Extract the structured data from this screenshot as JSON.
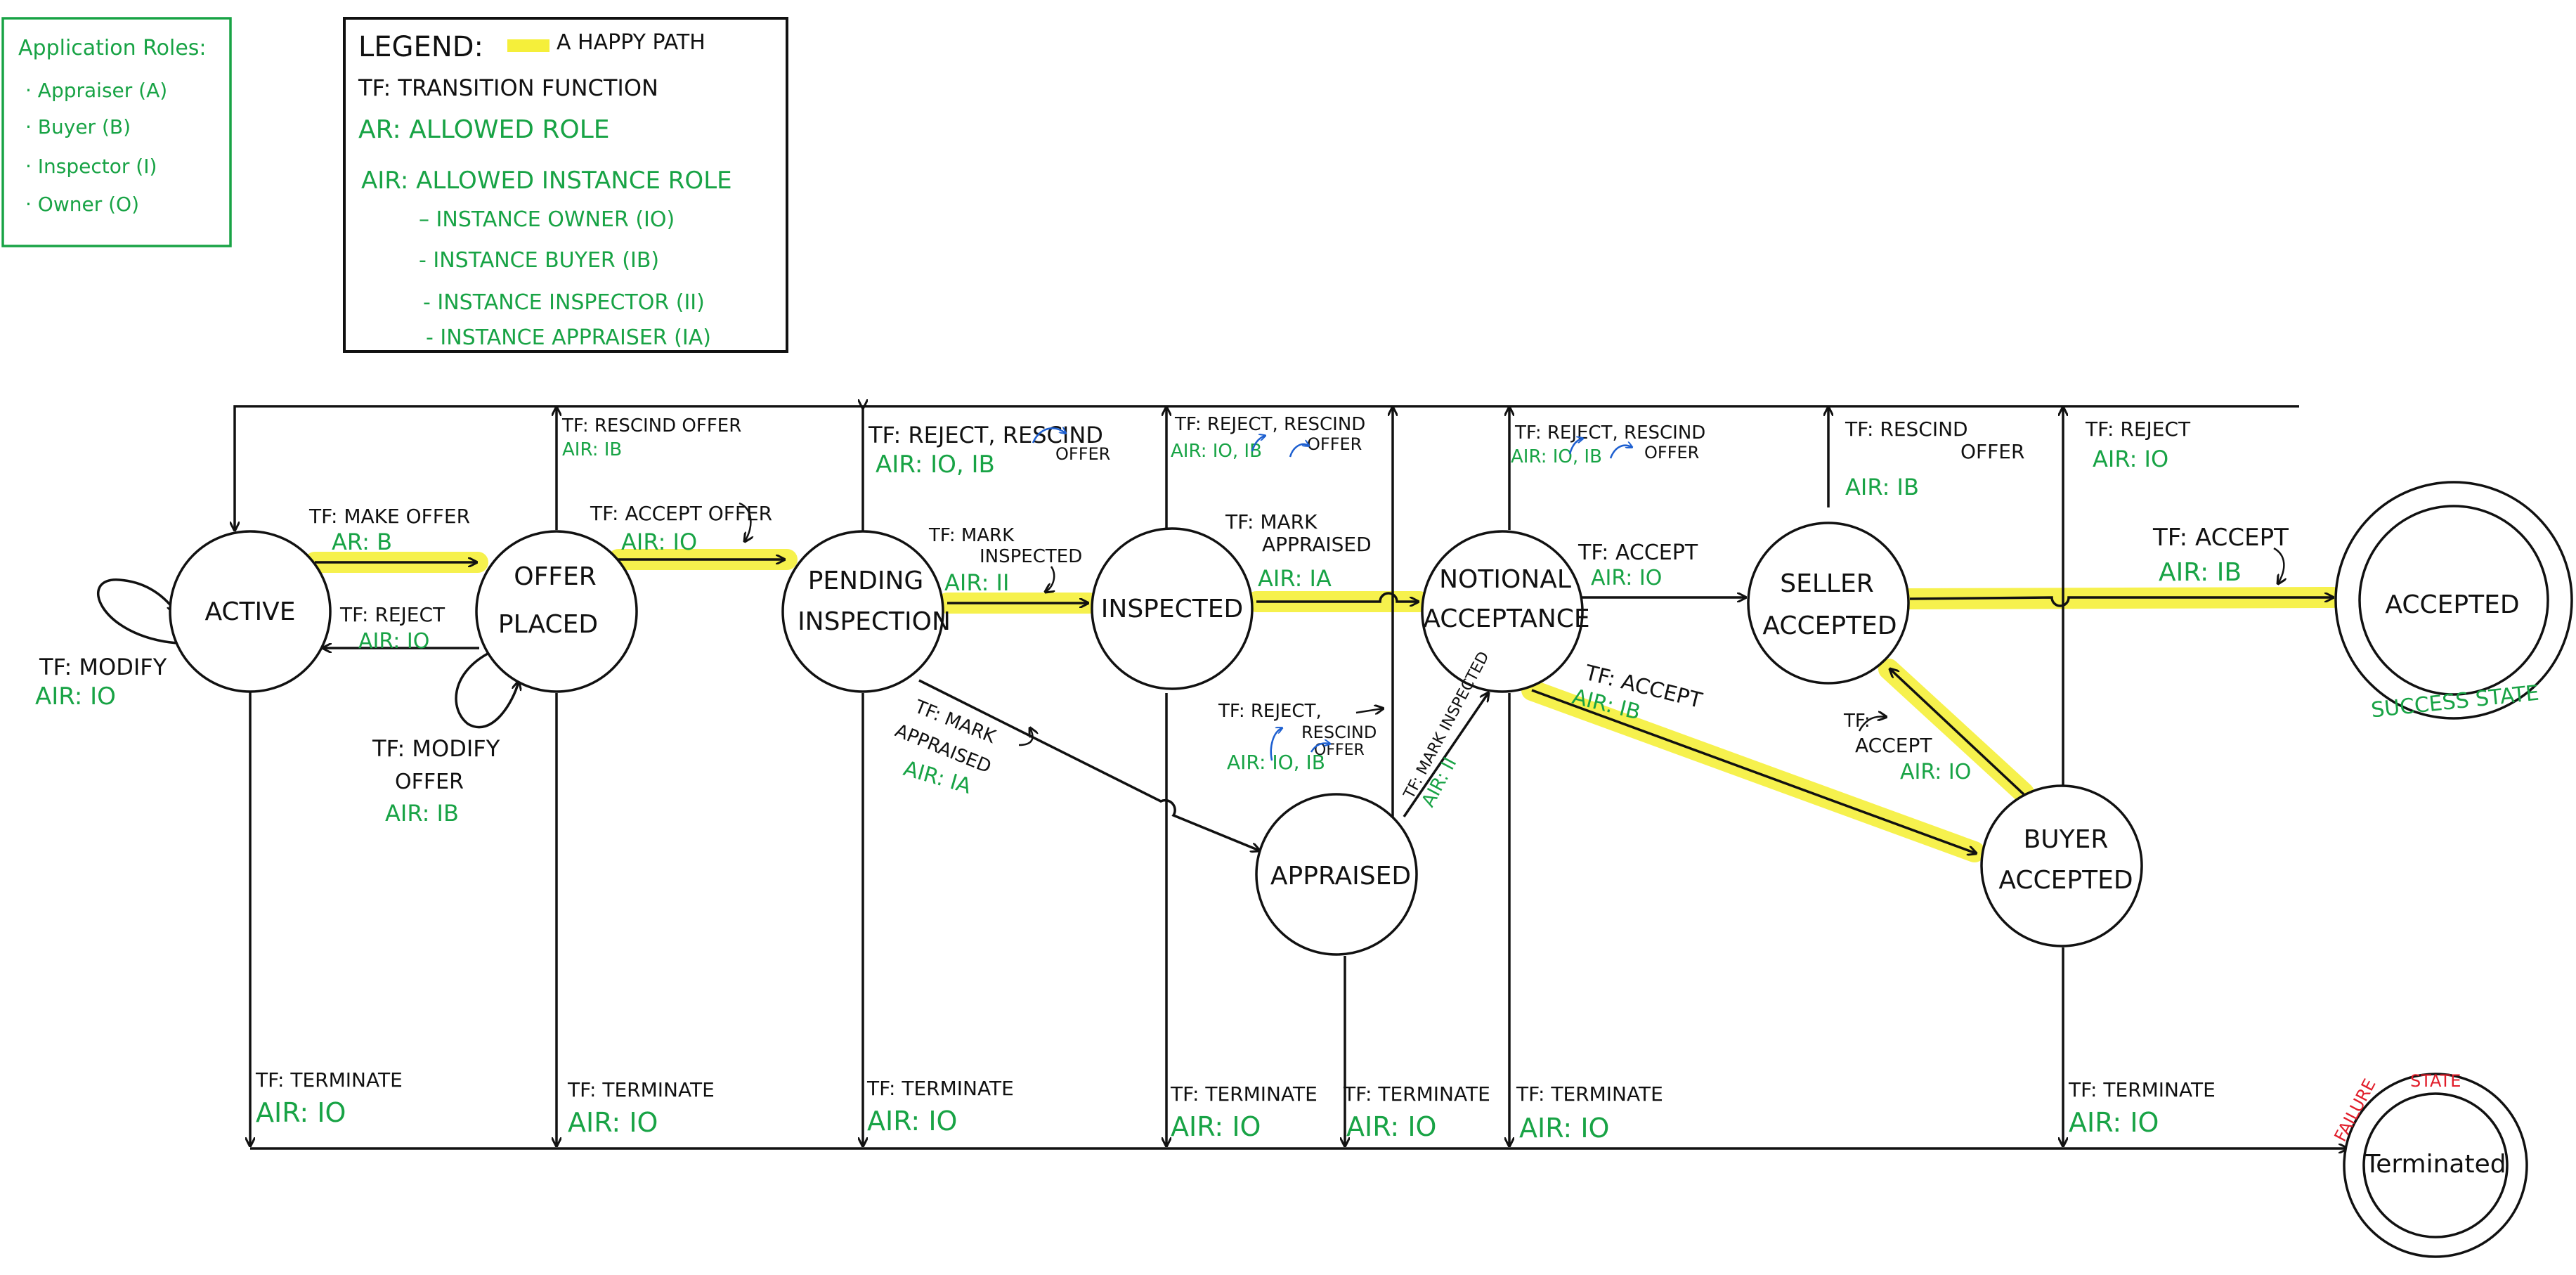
{
  "roles_box": {
    "title": "Application Roles:",
    "items": [
      "· Appraiser (A)",
      "· Buyer (B)",
      "· Inspector (I)",
      "· Owner (O)"
    ]
  },
  "legend": {
    "title": "LEGEND:",
    "happy_path": "A HAPPY PATH",
    "tf": "TF: TRANSITION FUNCTION",
    "ar": "AR: ALLOWED ROLE",
    "air": "AIR: ALLOWED INSTANCE ROLE",
    "instance_roles": [
      "– INSTANCE OWNER (IO)",
      "- INSTANCE BUYER (IB)",
      "- INSTANCE INSPECTOR (II)",
      "- INSTANCE APPRAISER (IA)"
    ]
  },
  "states": {
    "active": [
      "ACTIVE"
    ],
    "offer_placed": [
      "OFFER",
      "PLACED"
    ],
    "pending_inspection": [
      "PENDING",
      "INSPECTION"
    ],
    "inspected": [
      "INSPECTED"
    ],
    "appraised": [
      "APPRAISED"
    ],
    "notional_acceptance": [
      "NOTIONAL",
      "ACCEPTANCE"
    ],
    "seller_accepted": [
      "SELLER",
      "ACCEPTED"
    ],
    "buyer_accepted": [
      "BUYER",
      "ACCEPTED"
    ],
    "accepted": [
      "ACCEPTED"
    ],
    "terminated": [
      "Terminated"
    ]
  },
  "state_tags": {
    "success": "SUCCESS STATE",
    "failure_1": "FAILURE",
    "failure_2": "STATE"
  },
  "transitions": {
    "active_modify": {
      "tf": "TF: MODIFY",
      "role": "AIR: IO"
    },
    "make_offer": {
      "tf": "TF: MAKE OFFER",
      "role": "AR: B"
    },
    "reject_to_active": {
      "tf": "TF: REJECT",
      "role": "AIR: IO"
    },
    "modify_offer": {
      "tf_1": "TF: MODIFY",
      "tf_2": "OFFER",
      "role": "AIR: IB"
    },
    "rescind_offer_top": {
      "tf": "TF: RESCIND OFFER",
      "role": "AIR: IB"
    },
    "accept_offer": {
      "tf": "TF: ACCEPT OFFER",
      "role": "AIR: IO"
    },
    "pending_reject_rescind": {
      "tf_1": "TF: REJECT, RESCIND",
      "tf_2": "OFFER",
      "role": "AIR: IO, IB"
    },
    "mark_inspected": {
      "tf_1": "TF: MARK",
      "tf_2": "INSPECTED",
      "role": "AIR: II"
    },
    "mark_appraised_diag": {
      "tf_1": "TF: MARK",
      "tf_2": "APPRAISED",
      "role": "AIR: IA"
    },
    "inspected_reject_rescind": {
      "tf_1": "TF: REJECT, RESCIND",
      "tf_2": "OFFER",
      "role": "AIR: IO, IB"
    },
    "mark_appraised": {
      "tf_1": "TF: MARK",
      "tf_2": "APPRAISED",
      "role": "AIR: IA"
    },
    "appraised_reject_rescind": {
      "tf_1": "TF: REJECT,",
      "tf_2": "RESCIND",
      "tf_3": "OFFER",
      "role": "AIR: IO, IB"
    },
    "appraised_mark_inspected": {
      "tf": "TF: MARK INSPECTED",
      "role": "AIR: II"
    },
    "notional_reject_rescind": {
      "tf_1": "TF: REJECT, RESCIND",
      "tf_2": "OFFER",
      "role": "AIR: IO, IB"
    },
    "notional_accept_seller": {
      "tf": "TF: ACCEPT",
      "role": "AIR: IO"
    },
    "notional_accept_buyer": {
      "tf": "TF: ACCEPT",
      "role": "AIR: IB"
    },
    "seller_rescind": {
      "tf_1": "TF: RESCIND",
      "tf_2": "OFFER",
      "role": "AIR: IB"
    },
    "buyer_to_seller_accept": {
      "tf_1": "TF:",
      "tf_2": "ACCEPT",
      "role": "AIR: IO"
    },
    "top_reject": {
      "tf": "TF: REJECT",
      "role": "AIR: IO"
    },
    "final_accept": {
      "tf": "TF: ACCEPT",
      "role": "AIR: IB"
    },
    "terminate_1": {
      "tf": "TF: TERMINATE",
      "role": "AIR: IO"
    },
    "terminate_2": {
      "tf": "TF: TERMINATE",
      "role": "AIR: IO"
    },
    "terminate_3": {
      "tf": "TF: TERMINATE",
      "role": "AIR: IO"
    },
    "terminate_4": {
      "tf": "TF: TERMINATE",
      "role": "AIR: IO"
    },
    "terminate_5": {
      "tf": "TF: TERMINATE",
      "role": "AIR: IO"
    },
    "terminate_6": {
      "tf": "TF: TERMINATE",
      "role": "AIR: IO"
    },
    "terminate_7": {
      "tf": "TF: TERMINATE",
      "role": "AIR: IO"
    }
  },
  "colors": {
    "ink": "#111111",
    "role_green": "#18a345",
    "happy_path_yellow": "#f5ef3a",
    "failure_red": "#e11d2a"
  }
}
